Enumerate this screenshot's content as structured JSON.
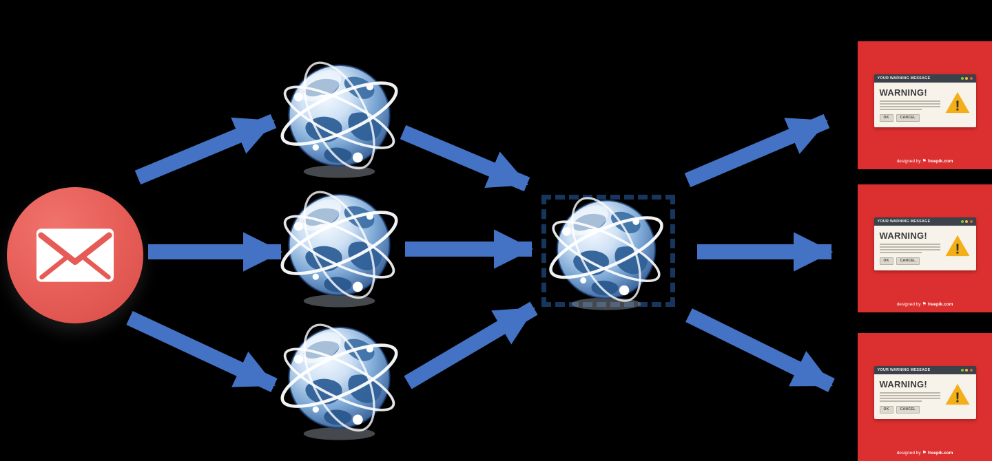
{
  "colors": {
    "background": "#000000",
    "arrow_color": "#4472c4",
    "navy": "#16365d",
    "email_red": "#e65b55",
    "card_red": "#dc2f2f",
    "warning_yellow": "#f4ae18",
    "titlebar_gray": "#3c4249",
    "window_cream": "#f7f2ea"
  },
  "icons": {
    "freepik_flag": "⚑",
    "exclamation": "!"
  },
  "warnings": [
    {
      "titlebar": "YOUR WARNING MESSAGE",
      "heading": "WARNING!",
      "ok": "OK",
      "cancel": "CANCEL",
      "credit_prefix": "designed by",
      "credit_brand": "freepik.com"
    },
    {
      "titlebar": "YOUR WARNING MESSAGE",
      "heading": "WARNING!",
      "ok": "OK",
      "cancel": "CANCEL",
      "credit_prefix": "designed by",
      "credit_brand": "freepik.com"
    },
    {
      "titlebar": "YOUR WARNING MESSAGE",
      "heading": "WARNING!",
      "ok": "OK",
      "cancel": "CANCEL",
      "credit_prefix": "designed by",
      "credit_brand": "freepik.com"
    }
  ]
}
